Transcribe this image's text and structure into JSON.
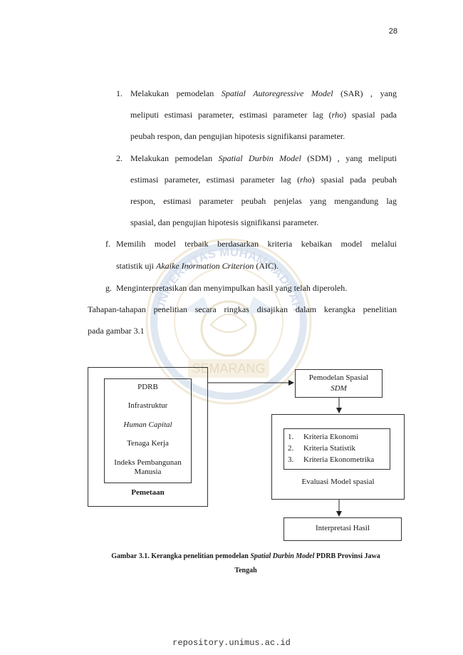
{
  "page_number": "28",
  "list_items": [
    {
      "number": "1.",
      "lines": [
        [
          "Melakukan pemodelan ",
          "Spatial Autoregressive Model",
          " (SAR) , yang"
        ],
        [
          "meliputi estimasi parameter, estimasi parameter lag (",
          "rho",
          ") spasial pada"
        ],
        [
          "peubah respon, dan pengujian hipotesis signifikansi parameter."
        ]
      ]
    },
    {
      "number": "2.",
      "lines": [
        [
          "Melakukan pemodelan ",
          "Spatial Durbin Model",
          " (SDM) , yang meliputi"
        ],
        [
          "estimasi parameter, estimasi parameter lag (",
          "rho",
          ") spasial pada peubah"
        ],
        [
          "respon, estimasi parameter peubah penjelas yang mengandung lag"
        ],
        [
          "spasial, dan pengujian hipotesis signifikansi parameter."
        ]
      ]
    }
  ],
  "item_f": {
    "letter": "f.",
    "line1": "Memilih model terbaik berdasarkan kriteria kebaikan model melalui",
    "line2_pre": "statistik uji ",
    "line2_italic": "Akaike Inormation Criterion",
    "line2_post": " (AIC)."
  },
  "item_g": {
    "letter": "g.",
    "text": "Menginterpretasikan dan menyimpulkan hasil yang telah diperoleh."
  },
  "paragraph": {
    "line1": "Tahapan-tahapan penelitian secara ringkas disajikan dalam kerangka penelitian",
    "line2": "pada gambar 3.1"
  },
  "diagram": {
    "variables": [
      "PDRB",
      "Infrastruktur",
      "Human Capital",
      "Tenaga Kerja",
      "Indeks Pembangunan Manusia"
    ],
    "mapping_label": "Pemetaan",
    "modeling_line1": "Pemodelan Spasial",
    "modeling_line2": "SDM",
    "criteria": [
      "Kriteria Ekonomi",
      "Kriteria Statistik",
      "Kriteria Ekonometrika"
    ],
    "criteria_numbers": [
      "1.",
      "2.",
      "3."
    ],
    "evaluation_label": "Evaluasi Model spasial",
    "interpretation_label": "Interpretasi Hasil"
  },
  "caption": {
    "prefix": "Gambar 3.1. Kerangka penelitian pemodelan ",
    "italic": "Spatial Durbin Model",
    "suffix": " PDRB Provinsi Jawa",
    "line2": "Tengah"
  },
  "watermark": {
    "ring_text": "UNIVERSITAS MUHAMMADIYAH",
    "banner_text": "SEMARANG",
    "color": "#c9a24a"
  },
  "footer": "repository.unimus.ac.id"
}
